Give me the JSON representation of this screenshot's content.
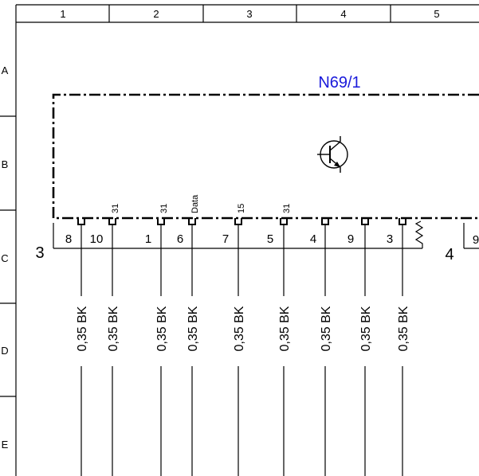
{
  "frame": {
    "columns": [
      "1",
      "2",
      "3",
      "4",
      "5"
    ],
    "rows": [
      "A",
      "B",
      "C",
      "D",
      "E"
    ]
  },
  "component": {
    "label": "N69/1",
    "symbol": "transistor-icon"
  },
  "connectors": {
    "left": "3",
    "right": "4",
    "right_partial_pin": "9"
  },
  "pins": [
    {
      "pin": "8",
      "terminal": "",
      "wire": "0,35 BK",
      "has_wire": true
    },
    {
      "pin": "10",
      "terminal": "31",
      "wire": "0,35 BK",
      "has_wire": true
    },
    {
      "pin": "1",
      "terminal": "31",
      "wire": "0,35 BK",
      "has_wire": true
    },
    {
      "pin": "6",
      "terminal": "Data",
      "wire": "0,35 BK",
      "has_wire": true
    },
    {
      "pin": "7",
      "terminal": "15",
      "wire": "0,35 BK",
      "has_wire": true
    },
    {
      "pin": "5",
      "terminal": "31",
      "wire": "0,35 BK",
      "has_wire": true
    },
    {
      "pin": "4",
      "terminal": "",
      "wire": "0,35 BK",
      "has_wire": true
    },
    {
      "pin": "9",
      "terminal": "",
      "wire": "0,35 BK",
      "has_wire": true
    },
    {
      "pin": "3",
      "terminal": "",
      "wire": "0,35 BK",
      "has_wire": true
    }
  ],
  "colors": {
    "component_label": "#1a1adb",
    "lines": "#000000"
  }
}
